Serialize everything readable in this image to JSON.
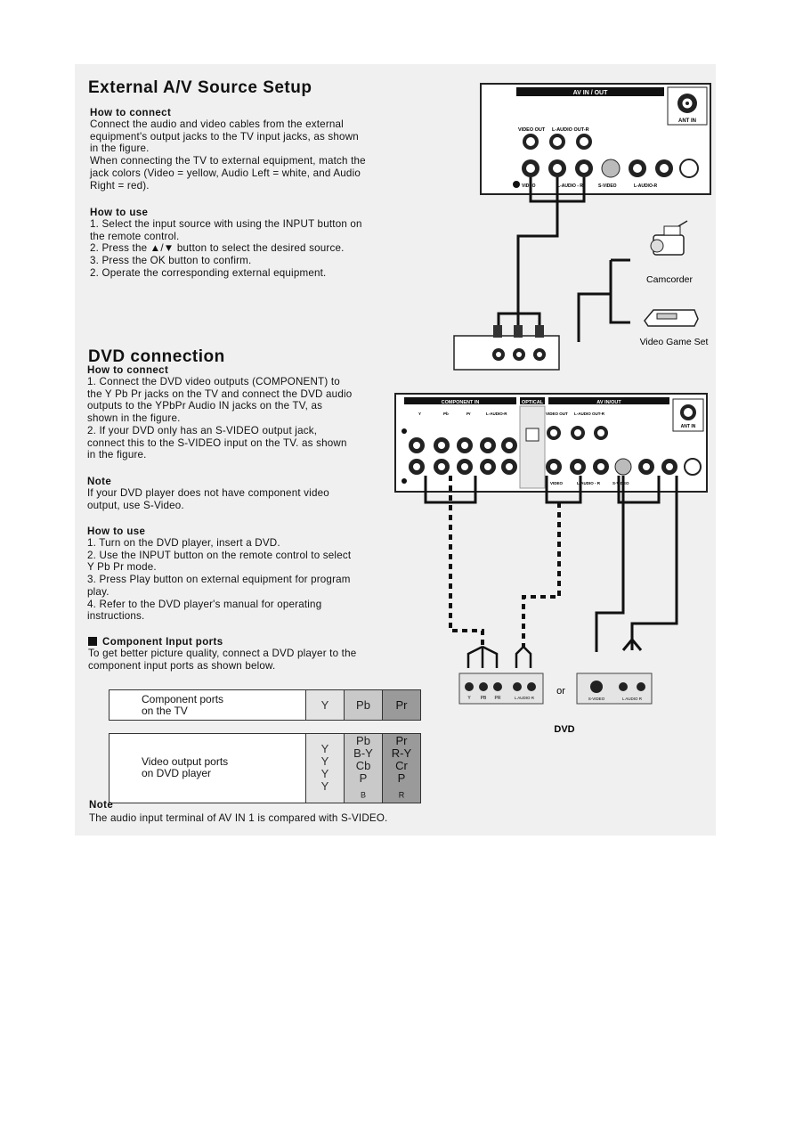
{
  "title1": "External A/V Source Setup",
  "section1": {
    "connect_heading": "How to connect",
    "connect_lines": [
      "Connect the audio and video cables from the external",
      "equipment's output jacks to the TV input jacks, as shown",
      "in the figure.",
      "When connecting the TV to external equipment, match the",
      "jack colors (Video = yellow, Audio Left = white, and Audio",
      "Right = red)."
    ],
    "use_heading": "How to use",
    "use_lines": [
      "1. Select the input source with using the INPUT button on",
      "the remote control.",
      "2. Press the ▲/▼ button to select the desired source.",
      "3. Press the OK button to confirm.",
      "2. Operate the corresponding external equipment."
    ]
  },
  "title2": "DVD connection",
  "section2": {
    "connect_heading": "How to connect",
    "connect_lines": [
      "1. Connect the DVD video outputs (COMPONENT) to",
      "the Y Pb Pr jacks on the TV and connect the DVD audio",
      "outputs to the YPbPr Audio IN jacks on the TV, as",
      "shown in the figure.",
      "2. If your DVD only has an S-VIDEO output jack,",
      "connect this to the S-VIDEO input on the TV. as shown",
      "in the figure."
    ],
    "note_heading": "Note",
    "note_lines": [
      "If your DVD player does not have component video",
      "output, use S-Video."
    ],
    "use_heading": "How to use",
    "use_lines": [
      "1. Turn on the DVD player, insert a DVD.",
      "2. Use the INPUT button on the remote control to select",
      "Y Pb Pr mode.",
      "3. Press Play button on external equipment for program",
      "play.",
      "4. Refer to the DVD player's manual for operating",
      "instructions."
    ],
    "component_heading": "Component Input ports",
    "component_lines": [
      "To get better picture quality, connect a DVD player to the",
      "component input ports as shown below."
    ]
  },
  "table1": {
    "label_lines": [
      "Component ports",
      "on the TV"
    ],
    "y": "Y",
    "pb": "Pb",
    "pr": "Pr"
  },
  "table2": {
    "label_lines": [
      "Video output ports",
      "on DVD player"
    ],
    "y": [
      "Y",
      "Y",
      "Y",
      "Y"
    ],
    "pb": [
      "Pb",
      "B-Y",
      "Cb",
      "P",
      "B"
    ],
    "pr": [
      "Pr",
      "R-Y",
      "Cr",
      "P",
      "R"
    ]
  },
  "note2": {
    "heading": "Note",
    "text": "The audio input terminal of AV IN 1 is compared with S-VIDEO."
  },
  "diagram1": {
    "panel_title": "AV IN / OUT",
    "video_out": "VIDEO OUT",
    "laudio_out": "L-AUDIO OUT-R",
    "video": "VIDEO",
    "laudio_r": "L-AUDIO - R",
    "svideo": "S-VIDEO",
    "laudio_r2": "L-AUDIO-R",
    "ant_in": "ANT IN",
    "camcorder": "Camcorder",
    "video_game": "Video Game Set"
  },
  "diagram2": {
    "component_in": "COMPONENT IN",
    "optical": "OPTICAL",
    "av_in_out": "AV IN/OUT",
    "y": "Y",
    "pb": "Pb",
    "pr": "Pr",
    "laudio_r": "L-AUDIO-R",
    "video_out": "VIDEO OUT",
    "laudio_out": "L-AUDIO OUT-R",
    "video": "VIDEO",
    "laudio_r2": "L-AUDIO - R",
    "svideo": "S-VIDEO",
    "ant_in": "ANT IN",
    "or": "or",
    "dvd": "DVD",
    "dvd_y": "Y",
    "dvd_pb": "PB",
    "dvd_pr": "PR",
    "dvd_audio": "L AUDIO R",
    "dvd_svideo": "S-VIDEO"
  }
}
